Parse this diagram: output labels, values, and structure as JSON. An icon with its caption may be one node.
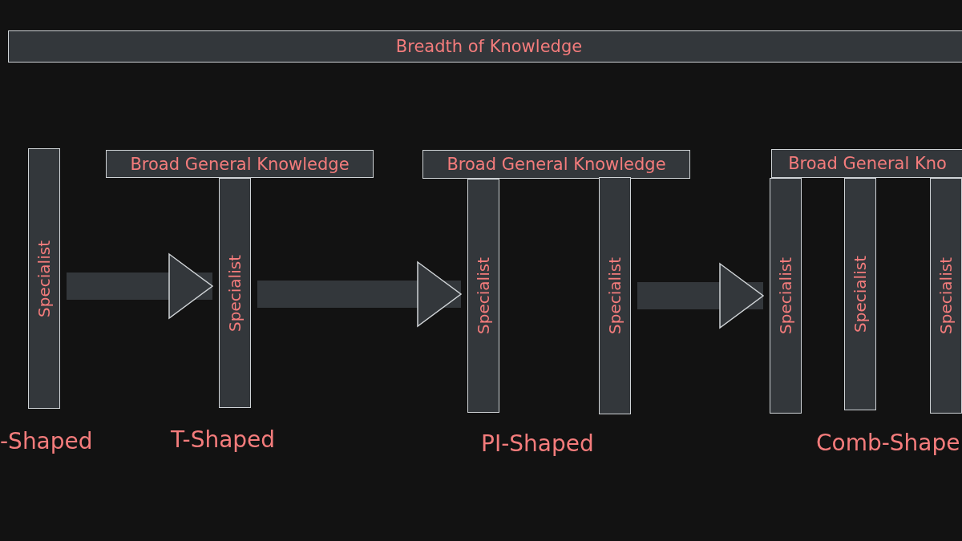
{
  "diagram": {
    "nodes": [
      {
        "text": [
          "Breadth of Knowledge"
        ]
      },
      {
        "text": [
          "Specialist"
        ]
      },
      {
        "text": [
          "Broad General Knowledge"
        ]
      },
      {
        "text": [
          "Specialist"
        ]
      },
      {
        "text": [
          "Broad General Knowledge"
        ]
      },
      {
        "text": [
          "Specialist"
        ]
      },
      {
        "text": [
          "Specialist"
        ]
      },
      {
        "text": [
          "Broad General Kno"
        ]
      },
      {
        "text": [
          "Specialist"
        ]
      },
      {
        "text": [
          "Specialist"
        ]
      },
      {
        "text": [
          "Specialist"
        ]
      }
    ],
    "edges": [
      {
        "from": 1,
        "to": 3,
        "arrow": "to"
      },
      {
        "from": 3,
        "to": 5,
        "arrow": "to"
      },
      {
        "from": 6,
        "to": 8,
        "arrow": "to"
      }
    ],
    "labels": [
      "-Shaped",
      "T-Shaped",
      "PI-Shaped",
      "Comb-Shape"
    ]
  }
}
